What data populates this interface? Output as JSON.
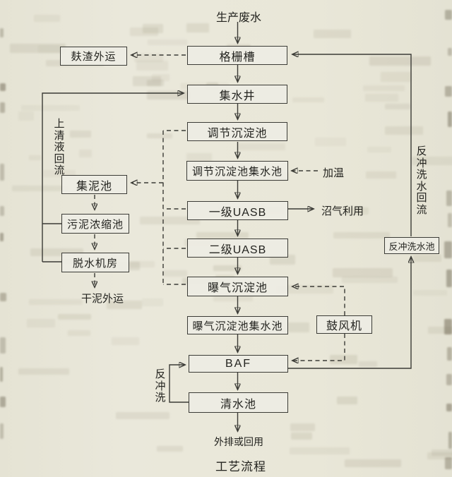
{
  "diagram": {
    "caption": "工艺流程",
    "source_label": "生产废水",
    "discharge_label": "外排或回用",
    "main_chain": [
      "格栅槽",
      "集水井",
      "调节沉淀池",
      "调节沉淀池集水池",
      "一级UASB",
      "二级UASB",
      "曝气沉淀池",
      "曝气沉淀池集水池",
      "BAF",
      "清水池"
    ],
    "left": {
      "screenings_out": "麸渣外运",
      "supernatant_return": "上清液回流",
      "sludge_collection": "集泥池",
      "sludge_thickening": "污泥浓缩池",
      "dewatering_room": "脱水机房",
      "dry_sludge_out": "干泥外运"
    },
    "right": {
      "heating": "加温",
      "biogas_use": "沼气利用",
      "backwash_return": "反冲洗水回流",
      "backwash_tank": "反冲洗水池",
      "blower": "鼓风机",
      "backwash": "反冲洗"
    },
    "colors": {
      "paper": "#e8e6d8",
      "line": "#3b3b36",
      "text": "#23231f"
    }
  }
}
